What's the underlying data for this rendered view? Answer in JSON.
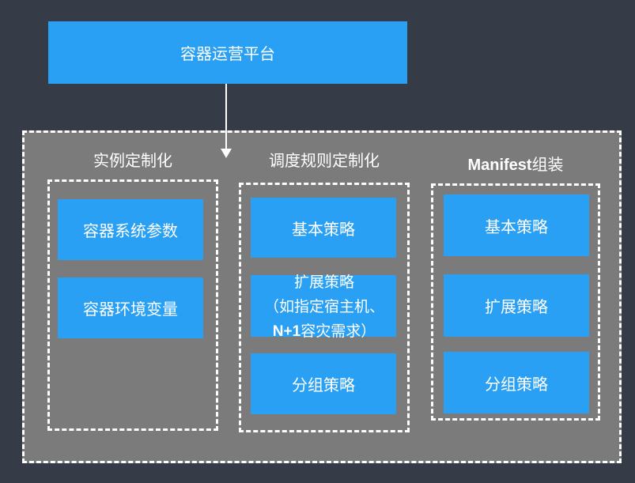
{
  "platform": {
    "title": "容器运营平台"
  },
  "columns": {
    "instance": {
      "title": "实例定制化",
      "items": [
        "容器系统参数",
        "容器环境变量"
      ]
    },
    "schedule": {
      "title": "调度规则定制化",
      "basic": "基本策略",
      "extended": {
        "line1": "扩展策略",
        "line2": "（如指定宿主机、",
        "line3_bold": "N+1",
        "line3_rest": "容灾需求）"
      },
      "group": "分组策略"
    },
    "manifest": {
      "title_bold": "Manifest",
      "title_rest": "组装",
      "items": [
        "基本策略",
        "扩展策略",
        "分组策略"
      ]
    }
  },
  "colors": {
    "background": "#353c47",
    "accent_blue": "#2aa0f5",
    "panel_gray": "#7b7b7b"
  }
}
